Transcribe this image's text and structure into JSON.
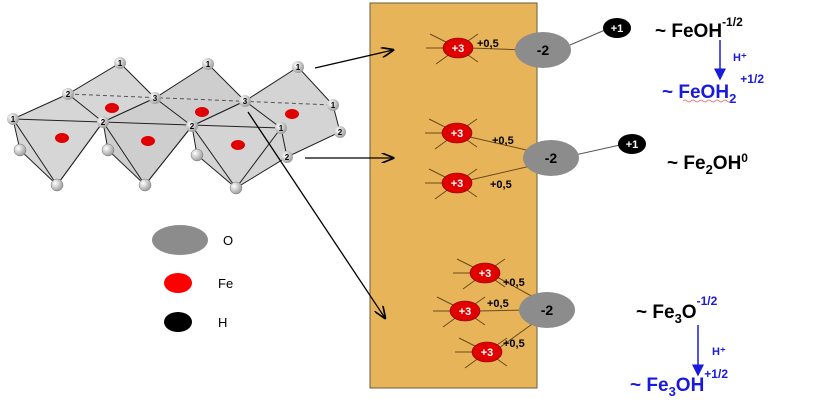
{
  "structure": {
    "vertex_labels": [
      "1",
      "2",
      "3",
      "1",
      "2",
      "1",
      "3",
      "2",
      "1",
      "1",
      "1",
      "2",
      "2"
    ]
  },
  "legend": {
    "items": [
      {
        "label": "O",
        "color": "#8c8c8c"
      },
      {
        "label": "Fe",
        "color": "#ff0000"
      },
      {
        "label": "H",
        "color": "#000000"
      }
    ]
  },
  "panel": {
    "background": "#e8b45a",
    "fe_charge": "+3",
    "o_charge": "-2",
    "h_charge": "+1",
    "bond_valence": "+0,5"
  },
  "formulas": {
    "feoh": {
      "prefix": "~ FeOH",
      "sup": "-1/2"
    },
    "h_plus_1": "H⁺",
    "feoh2": {
      "prefix": "~ FeOH",
      "sub": "2",
      "sup": "+1/2"
    },
    "fe2oh": {
      "prefix": "~ Fe",
      "sub": "2",
      "mid": "OH",
      "sup": "0"
    },
    "fe3o": {
      "prefix": "~ Fe",
      "sub": "3",
      "mid": "O",
      "sup": "-1/2"
    },
    "h_plus_2": "H⁺",
    "fe3oh": {
      "prefix": "~ Fe",
      "sub": "3",
      "mid": "OH",
      "sup": "+1/2"
    }
  },
  "colors": {
    "blue": "#1a1adc",
    "black": "#000000"
  }
}
